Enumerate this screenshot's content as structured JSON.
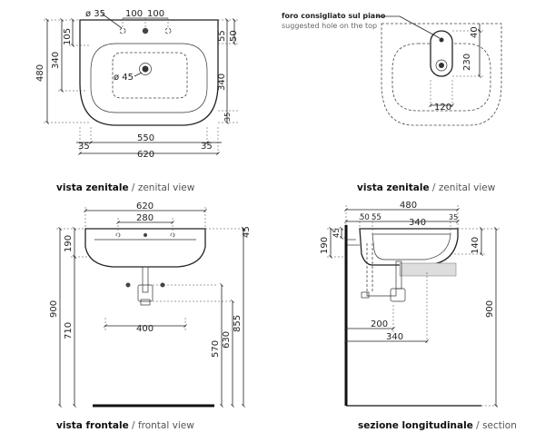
{
  "captions": {
    "zenital_left_bold": "vista zenitale",
    "zenital_left_sep": " / ",
    "zenital_left_reg": "zenital view",
    "zenital_right_bold": "vista zenitale",
    "zenital_right_sep": " / ",
    "zenital_right_reg": "zenital view",
    "frontal_bold": "vista frontale",
    "frontal_sep": " / ",
    "frontal_reg": "frontal view",
    "section_bold": "sezione longitudinale",
    "section_sep": " / ",
    "section_reg": "section"
  },
  "note": {
    "it": "foro consigliato sul piano",
    "en": "suggested hole on the top"
  },
  "top_view": {
    "hole_dia": "ø 35",
    "hole_spacing_a": "100",
    "hole_spacing_b": "100",
    "depth_105": "105",
    "depth_340": "340",
    "depth_480": "480",
    "drain_dia": "ø 45",
    "right_55": "55",
    "right_50": "50",
    "right_340": "340",
    "right_35": "35",
    "inner_550": "550",
    "left_35": "35",
    "bottom_35": "35",
    "overall_620": "620"
  },
  "top_view_right": {
    "d40": "40",
    "d230": "230",
    "d120": "120"
  },
  "front_view": {
    "w620": "620",
    "w280": "280",
    "h190": "190",
    "h900": "900",
    "h710": "710",
    "w400": "400",
    "h570": "570",
    "h630": "630",
    "h855": "855",
    "h45": "45"
  },
  "section_view": {
    "w480": "480",
    "d50": "50",
    "d55": "55",
    "d340": "340",
    "d35": "35",
    "h190": "190",
    "h45": "45",
    "h140": "140",
    "h900": "900",
    "d200": "200",
    "d340b": "340"
  }
}
